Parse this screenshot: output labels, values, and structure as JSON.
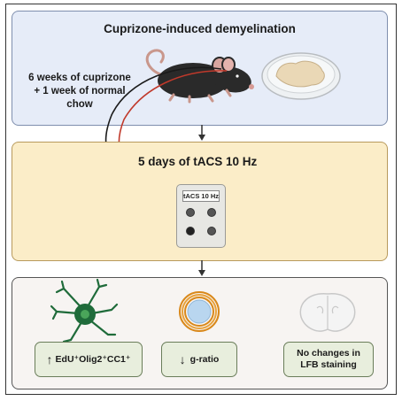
{
  "panel1": {
    "title": "Cuprizone-induced demyelination",
    "desc_line1": "6 weeks of cuprizone",
    "desc_line2": "+ 1 week of normal",
    "desc_line3": "chow"
  },
  "panel2": {
    "title": "5 days of tACS 10 Hz",
    "device_screen": "tACS 10 Hz"
  },
  "panel3": {
    "outcome1": "EdU⁺Olig2⁺CC1⁺",
    "outcome1_direction": "↑",
    "outcome2": "g-ratio",
    "outcome2_direction": "↓",
    "outcome3_line1": "No changes in",
    "outcome3_line2": "LFB staining"
  },
  "colors": {
    "panel1_bg": "#e6ecf8",
    "panel2_bg": "#fbedc8",
    "panel3_bg": "#f7f4f2",
    "outcome_box_bg": "#e8eedd",
    "cell_green": "#1f6b3a",
    "myelin_orange": "#d9881a",
    "axon_blue": "#b9d6ef"
  }
}
